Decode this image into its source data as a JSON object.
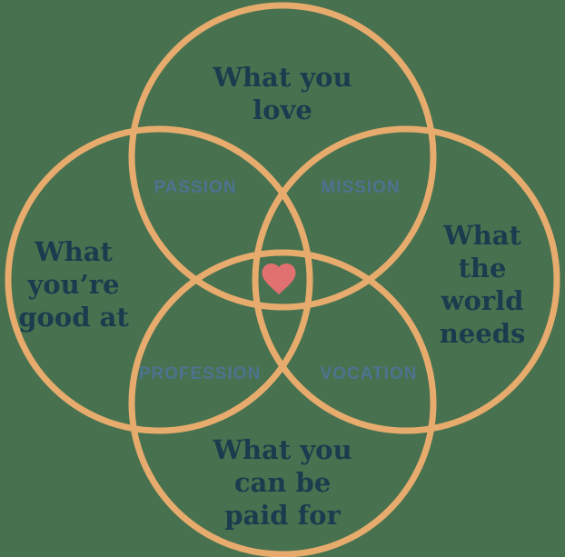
{
  "diagram": {
    "type": "ikigai-venn",
    "circles": {
      "top": {
        "label": "What you\nlove"
      },
      "left": {
        "label": "What\nyou’re\ngood at"
      },
      "right": {
        "label": "What the\nworld\nneeds"
      },
      "bottom": {
        "label": "What you\ncan be\npaid for"
      }
    },
    "overlaps": {
      "passion": {
        "label": "PASSION"
      },
      "mission": {
        "label": "MISSION"
      },
      "profession": {
        "label": "PROFESSION"
      },
      "vocation": {
        "label": "VOCATION"
      }
    },
    "center_icon": "heart-icon"
  },
  "colors": {
    "background": "#48714F",
    "circle_stroke": "#E7AC6D",
    "heart": "#E17070",
    "circle_text": "#1B3B4E",
    "overlap_text": "#4D7390"
  }
}
